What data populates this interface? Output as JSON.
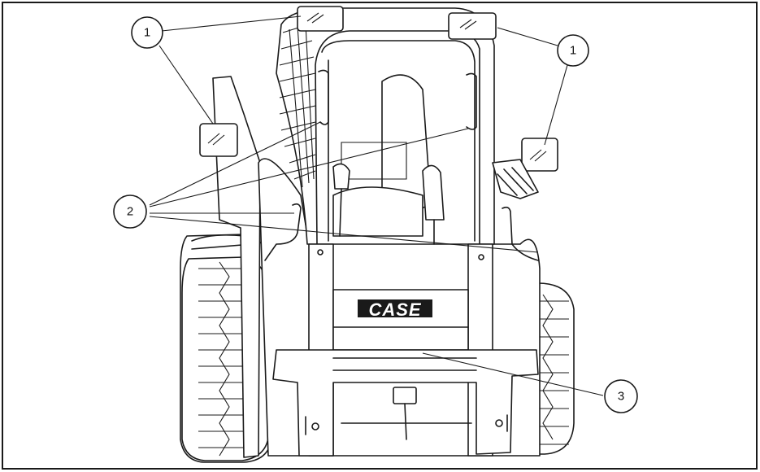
{
  "diagram": {
    "logo_text": "CASE",
    "callouts": [
      {
        "id": "c1a",
        "label": "1"
      },
      {
        "id": "c1b",
        "label": "1"
      },
      {
        "id": "c2",
        "label": "2"
      },
      {
        "id": "c3",
        "label": "3"
      }
    ]
  },
  "colors": {
    "line": "#1a1a1a",
    "background": "#ffffff"
  }
}
